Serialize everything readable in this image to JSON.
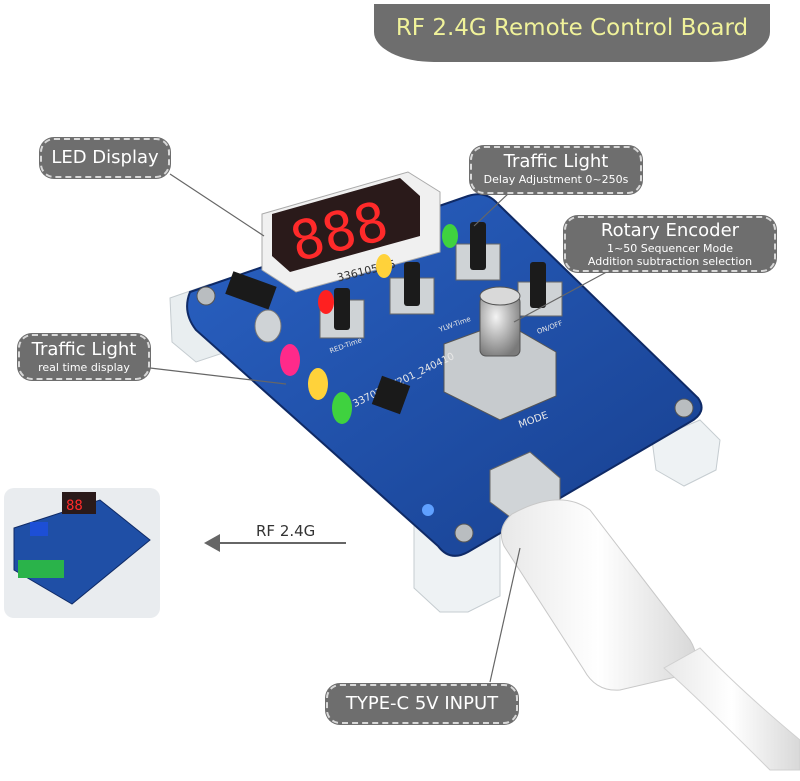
{
  "title": "RF 2.4G Remote Control Board",
  "labels": {
    "led_display": "LED Display",
    "traffic_light_delay": "Traffic Light",
    "traffic_light_delay_sub": "Delay Adjustment 0~250s",
    "rotary_encoder": "Rotary Encoder",
    "rotary_encoder_sub1": "1~50 Sequencer Mode",
    "rotary_encoder_sub2": "Addition  subtraction selection",
    "traffic_light_realtime": "Traffic Light",
    "traffic_light_realtime_sub": "real time display",
    "rf": "RF 2.4G",
    "typec": "TYPE-C 5V  INPUT"
  },
  "board": {
    "display_digits": "888",
    "display_part_code": "336105-15",
    "silk_codes": "337072_Y201_240410",
    "silk_mode": "MODE",
    "silk_red_time": "RED-Time",
    "silk_ylw_time": "YLW-Time",
    "silk_onoff": "ON/OFF"
  },
  "colors": {
    "pcb": "#1f4fa6",
    "label_bg": "#6e6e6e",
    "title_text": "#f0f29a",
    "led_red": "#ff2020",
    "led_yellow": "#ffd23a",
    "led_green": "#3fd23f"
  }
}
